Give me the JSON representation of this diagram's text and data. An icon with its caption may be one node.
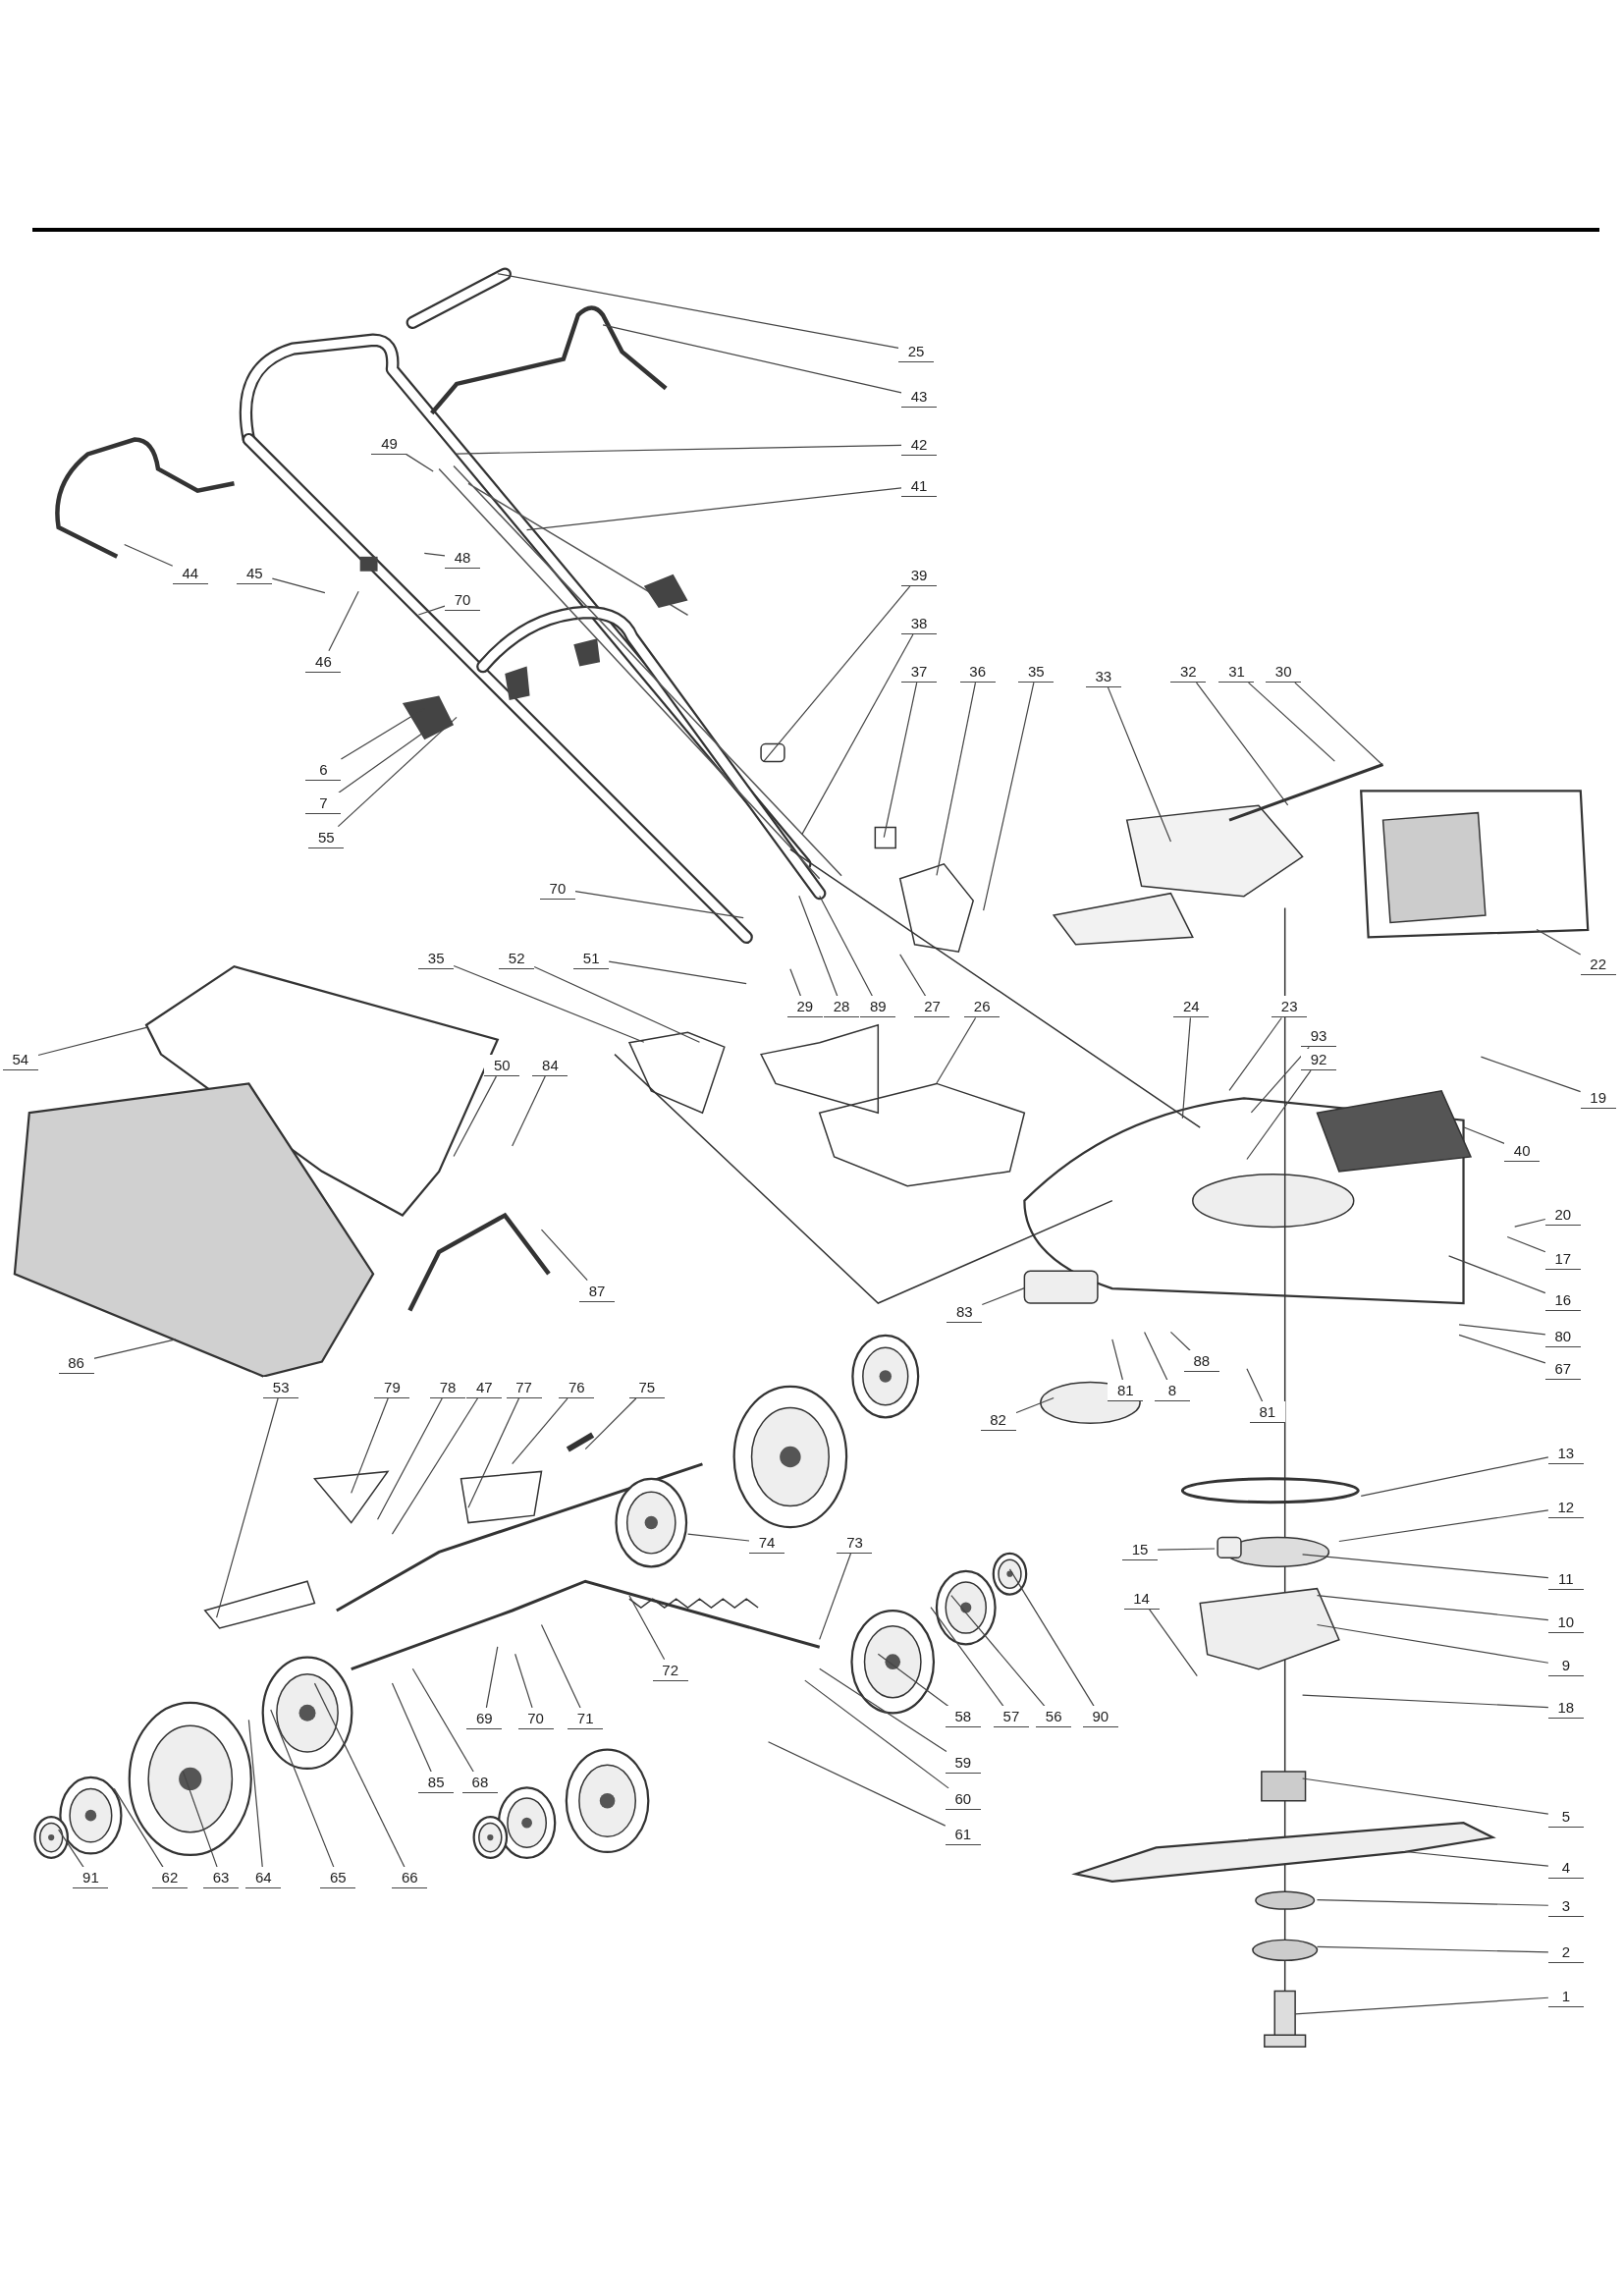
{
  "diagram": {
    "nodes": [
      {
        "text": [
          "25"
        ]
      },
      {
        "text": [
          "43"
        ]
      },
      {
        "text": [
          "42"
        ]
      },
      {
        "text": [
          "41"
        ]
      },
      {
        "text": [
          "49"
        ]
      },
      {
        "text": [
          "44"
        ]
      },
      {
        "text": [
          "45"
        ]
      },
      {
        "text": [
          "48"
        ]
      },
      {
        "text": [
          "70"
        ]
      },
      {
        "text": [
          "46"
        ]
      },
      {
        "text": [
          "39"
        ]
      },
      {
        "text": [
          "38"
        ]
      },
      {
        "text": [
          "37"
        ]
      },
      {
        "text": [
          "36"
        ]
      },
      {
        "text": [
          "35"
        ]
      },
      {
        "text": [
          "33"
        ]
      },
      {
        "text": [
          "32"
        ]
      },
      {
        "text": [
          "31"
        ]
      },
      {
        "text": [
          "30"
        ]
      },
      {
        "text": [
          "6"
        ]
      },
      {
        "text": [
          "7"
        ]
      },
      {
        "text": [
          "55"
        ]
      },
      {
        "text": [
          "70"
        ]
      },
      {
        "text": [
          "35"
        ]
      },
      {
        "text": [
          "52"
        ]
      },
      {
        "text": [
          "51"
        ]
      },
      {
        "text": [
          "29"
        ]
      },
      {
        "text": [
          "28"
        ]
      },
      {
        "text": [
          "89"
        ]
      },
      {
        "text": [
          "27"
        ]
      },
      {
        "text": [
          "26"
        ]
      },
      {
        "text": [
          "24"
        ]
      },
      {
        "text": [
          "23"
        ]
      },
      {
        "text": [
          "93"
        ]
      },
      {
        "text": [
          "92"
        ]
      },
      {
        "text": [
          "19"
        ]
      },
      {
        "text": [
          "22"
        ]
      },
      {
        "text": [
          "54"
        ]
      },
      {
        "text": [
          "50"
        ]
      },
      {
        "text": [
          "84"
        ]
      },
      {
        "text": [
          "40"
        ]
      },
      {
        "text": [
          "20"
        ]
      },
      {
        "text": [
          "17"
        ]
      },
      {
        "text": [
          "16"
        ]
      },
      {
        "text": [
          "80"
        ]
      },
      {
        "text": [
          "67"
        ]
      },
      {
        "text": [
          "87"
        ]
      },
      {
        "text": [
          "83"
        ]
      },
      {
        "text": [
          "86"
        ]
      },
      {
        "text": [
          "81"
        ]
      },
      {
        "text": [
          "8"
        ]
      },
      {
        "text": [
          "88"
        ]
      },
      {
        "text": [
          "81"
        ]
      },
      {
        "text": [
          "82"
        ]
      },
      {
        "text": [
          "53"
        ]
      },
      {
        "text": [
          "79"
        ]
      },
      {
        "text": [
          "78"
        ]
      },
      {
        "text": [
          "47"
        ]
      },
      {
        "text": [
          "77"
        ]
      },
      {
        "text": [
          "76"
        ]
      },
      {
        "text": [
          "75"
        ]
      },
      {
        "text": [
          "13"
        ]
      },
      {
        "text": [
          "12"
        ]
      },
      {
        "text": [
          "15"
        ]
      },
      {
        "text": [
          "11"
        ]
      },
      {
        "text": [
          "10"
        ]
      },
      {
        "text": [
          "14"
        ]
      },
      {
        "text": [
          "9"
        ]
      },
      {
        "text": [
          "18"
        ]
      },
      {
        "text": [
          "73"
        ]
      },
      {
        "text": [
          "74"
        ]
      },
      {
        "text": [
          "72"
        ]
      },
      {
        "text": [
          "69"
        ]
      },
      {
        "text": [
          "70"
        ]
      },
      {
        "text": [
          "71"
        ]
      },
      {
        "text": [
          "59"
        ]
      },
      {
        "text": [
          "60"
        ]
      },
      {
        "text": [
          "61"
        ]
      },
      {
        "text": [
          "58"
        ]
      },
      {
        "text": [
          "57"
        ]
      },
      {
        "text": [
          "56"
        ]
      },
      {
        "text": [
          "90"
        ]
      },
      {
        "text": [
          "5"
        ]
      },
      {
        "text": [
          "4"
        ]
      },
      {
        "text": [
          "3"
        ]
      },
      {
        "text": [
          "2"
        ]
      },
      {
        "text": [
          "1"
        ]
      },
      {
        "text": [
          "85"
        ]
      },
      {
        "text": [
          "68"
        ]
      },
      {
        "text": [
          "91"
        ]
      },
      {
        "text": [
          "62"
        ]
      },
      {
        "text": [
          "63"
        ]
      },
      {
        "text": [
          "64"
        ]
      },
      {
        "text": [
          "65"
        ]
      },
      {
        "text": [
          "66"
        ]
      }
    ],
    "edges": [
      {
        "from": 0,
        "to": null,
        "arrow": "none"
      },
      {
        "from": 1,
        "to": null,
        "arrow": "none"
      },
      {
        "from": 2,
        "to": null,
        "arrow": "none"
      },
      {
        "from": 3,
        "to": null,
        "arrow": "none"
      },
      {
        "from": 4,
        "to": null,
        "arrow": "none"
      },
      {
        "from": 5,
        "to": null,
        "arrow": "none"
      },
      {
        "from": 6,
        "to": null,
        "arrow": "none"
      },
      {
        "from": 7,
        "to": null,
        "arrow": "none"
      },
      {
        "from": 8,
        "to": null,
        "arrow": "none"
      },
      {
        "from": 9,
        "to": null,
        "arrow": "none"
      },
      {
        "from": 10,
        "to": null,
        "arrow": "none"
      },
      {
        "from": 11,
        "to": null,
        "arrow": "none"
      },
      {
        "from": 12,
        "to": null,
        "arrow": "none"
      },
      {
        "from": 13,
        "to": null,
        "arrow": "none"
      },
      {
        "from": 14,
        "to": null,
        "arrow": "none"
      },
      {
        "from": 15,
        "to": null,
        "arrow": "none"
      },
      {
        "from": 16,
        "to": null,
        "arrow": "none"
      },
      {
        "from": 17,
        "to": null,
        "arrow": "none"
      },
      {
        "from": 18,
        "to": null,
        "arrow": "none"
      },
      {
        "from": 19,
        "to": null,
        "arrow": "none"
      },
      {
        "from": 20,
        "to": null,
        "arrow": "none"
      },
      {
        "from": 21,
        "to": null,
        "arrow": "none"
      },
      {
        "from": 22,
        "to": null,
        "arrow": "none"
      },
      {
        "from": 23,
        "to": null,
        "arrow": "none"
      },
      {
        "from": 24,
        "to": null,
        "arrow": "none"
      },
      {
        "from": 25,
        "to": null,
        "arrow": "none"
      },
      {
        "from": 26,
        "to": null,
        "arrow": "none"
      },
      {
        "from": 27,
        "to": null,
        "arrow": "none"
      },
      {
        "from": 28,
        "to": null,
        "arrow": "none"
      },
      {
        "from": 29,
        "to": null,
        "arrow": "none"
      },
      {
        "from": 30,
        "to": null,
        "arrow": "none"
      },
      {
        "from": 31,
        "to": null,
        "arrow": "none"
      },
      {
        "from": 32,
        "to": null,
        "arrow": "none"
      },
      {
        "from": 33,
        "to": null,
        "arrow": "none"
      },
      {
        "from": 34,
        "to": null,
        "arrow": "none"
      },
      {
        "from": 35,
        "to": null,
        "arrow": "none"
      },
      {
        "from": 36,
        "to": null,
        "arrow": "none"
      },
      {
        "from": 37,
        "to": null,
        "arrow": "none"
      },
      {
        "from": 38,
        "to": null,
        "arrow": "none"
      },
      {
        "from": 39,
        "to": null,
        "arrow": "none"
      },
      {
        "from": 40,
        "to": null,
        "arrow": "none"
      },
      {
        "from": 41,
        "to": null,
        "arrow": "none"
      },
      {
        "from": 42,
        "to": null,
        "arrow": "none"
      },
      {
        "from": 43,
        "to": null,
        "arrow": "none"
      },
      {
        "from": 44,
        "to": null,
        "arrow": "none"
      },
      {
        "from": 45,
        "to": null,
        "arrow": "none"
      },
      {
        "from": 46,
        "to": null,
        "arrow": "none"
      },
      {
        "from": 47,
        "to": null,
        "arrow": "none"
      },
      {
        "from": 48,
        "to": null,
        "arrow": "none"
      },
      {
        "from": 49,
        "to": null,
        "arrow": "none"
      },
      {
        "from": 50,
        "to": null,
        "arrow": "none"
      },
      {
        "from": 51,
        "to": null,
        "arrow": "none"
      },
      {
        "from": 52,
        "to": null,
        "arrow": "none"
      },
      {
        "from": 53,
        "to": null,
        "arrow": "none"
      },
      {
        "from": 54,
        "to": null,
        "arrow": "none"
      },
      {
        "from": 55,
        "to": null,
        "arrow": "none"
      },
      {
        "from": 56,
        "to": null,
        "arrow": "none"
      },
      {
        "from": 57,
        "to": null,
        "arrow": "none"
      },
      {
        "from": 58,
        "to": null,
        "arrow": "none"
      },
      {
        "from": 59,
        "to": null,
        "arrow": "none"
      },
      {
        "from": 60,
        "to": null,
        "arrow": "none"
      },
      {
        "from": 61,
        "to": null,
        "arrow": "none"
      },
      {
        "from": 62,
        "to": null,
        "arrow": "none"
      },
      {
        "from": 63,
        "to": null,
        "arrow": "none"
      },
      {
        "from": 64,
        "to": null,
        "arrow": "none"
      },
      {
        "from": 65,
        "to": null,
        "arrow": "none"
      },
      {
        "from": 66,
        "to": null,
        "arrow": "none"
      },
      {
        "from": 67,
        "to": null,
        "arrow": "none"
      },
      {
        "from": 68,
        "to": null,
        "arrow": "none"
      },
      {
        "from": 69,
        "to": null,
        "arrow": "none"
      },
      {
        "from": 70,
        "to": null,
        "arrow": "none"
      },
      {
        "from": 71,
        "to": null,
        "arrow": "none"
      },
      {
        "from": 72,
        "to": null,
        "arrow": "none"
      },
      {
        "from": 73,
        "to": null,
        "arrow": "none"
      },
      {
        "from": 74,
        "to": null,
        "arrow": "none"
      },
      {
        "from": 75,
        "to": null,
        "arrow": "none"
      },
      {
        "from": 76,
        "to": null,
        "arrow": "none"
      },
      {
        "from": 77,
        "to": null,
        "arrow": "none"
      },
      {
        "from": 78,
        "to": null,
        "arrow": "none"
      },
      {
        "from": 79,
        "to": null,
        "arrow": "none"
      },
      {
        "from": 80,
        "to": null,
        "arrow": "none"
      },
      {
        "from": 81,
        "to": null,
        "arrow": "none"
      },
      {
        "from": 82,
        "to": null,
        "arrow": "none"
      },
      {
        "from": 83,
        "to": null,
        "arrow": "none"
      },
      {
        "from": 84,
        "to": null,
        "arrow": "none"
      },
      {
        "from": 85,
        "to": null,
        "arrow": "none"
      },
      {
        "from": 86,
        "to": null,
        "arrow": "none"
      },
      {
        "from": 87,
        "to": null,
        "arrow": "none"
      },
      {
        "from": 88,
        "to": null,
        "arrow": "none"
      },
      {
        "from": 89,
        "to": null,
        "arrow": "none"
      },
      {
        "from": 90,
        "to": null,
        "arrow": "none"
      },
      {
        "from": 91,
        "to": null,
        "arrow": "none"
      },
      {
        "from": 92,
        "to": null,
        "arrow": "none"
      },
      {
        "from": 93,
        "to": null,
        "arrow": "none"
      },
      {
        "from": 94,
        "to": null,
        "arrow": "none"
      }
    ]
  }
}
